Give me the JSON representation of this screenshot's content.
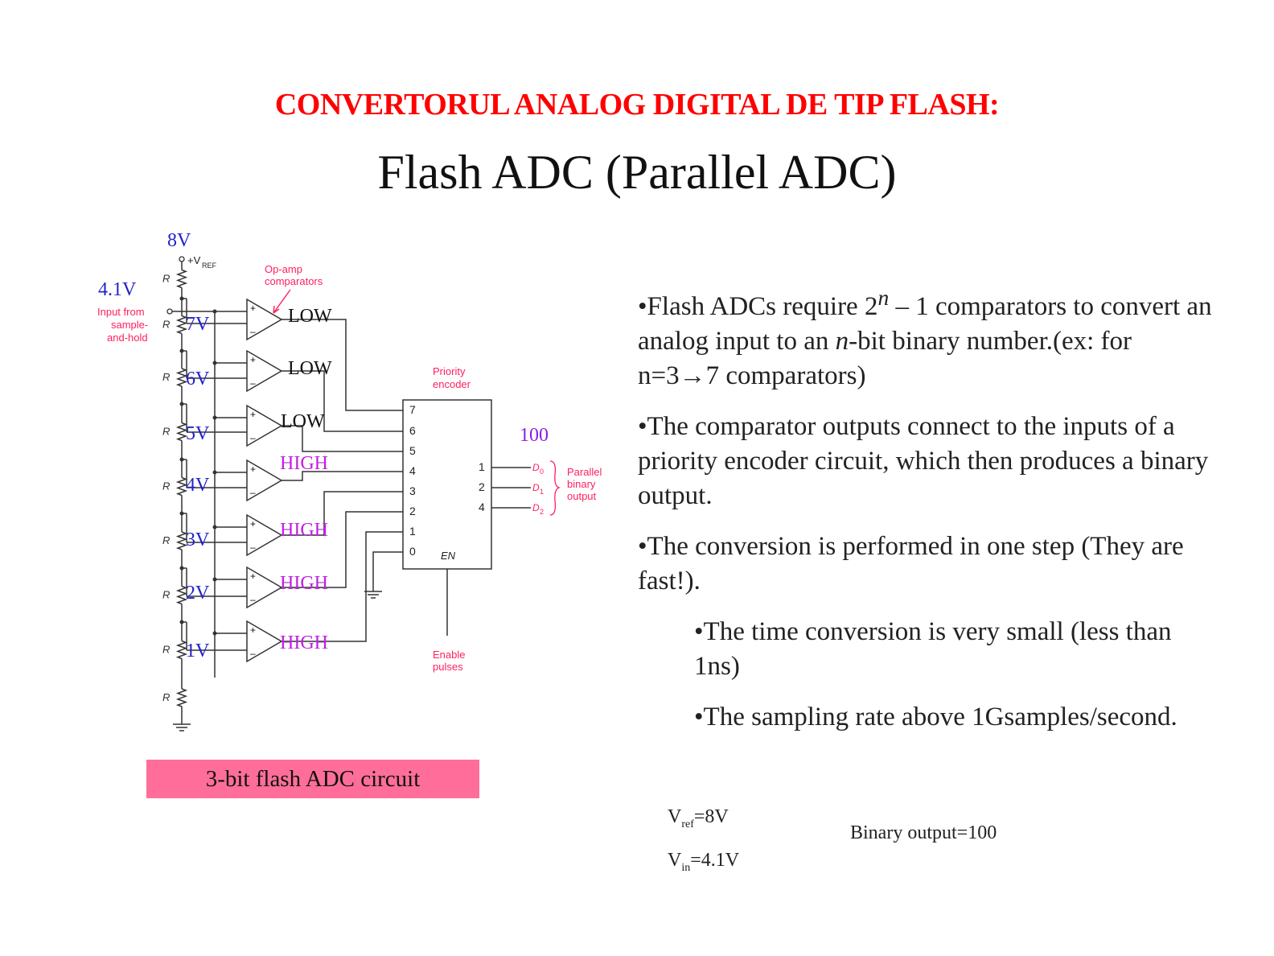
{
  "title": "CONVERTORUL ANALOG DIGITAL DE TIP FLASH:",
  "subtitle": "Flash ADC (Parallel ADC)",
  "circuit": {
    "vref_value": "8V",
    "vref_label": "+V",
    "vref_sub": "REF",
    "vin_value": "4.1V",
    "input_label_lines": [
      "Input from",
      "sample-",
      "and-hold"
    ],
    "opamp_label_lines": [
      "Op-amp",
      "comparators"
    ],
    "resistor_label": "R",
    "tap_voltages": [
      "7V",
      "6V",
      "5V",
      "4V",
      "3V",
      "2V",
      "1V"
    ],
    "comparator_outputs": [
      "LOW",
      "LOW",
      "LOW",
      "HIGH",
      "HIGH",
      "HIGH",
      "HIGH"
    ],
    "encoder_label_lines": [
      "Priority",
      "encoder"
    ],
    "encoder_inputs": [
      "7",
      "6",
      "5",
      "4",
      "3",
      "2",
      "1",
      "0"
    ],
    "encoder_outputs": [
      "1",
      "2",
      "4"
    ],
    "encoder_enable": "EN",
    "output_value": "100",
    "output_names": [
      "D",
      "D",
      "D"
    ],
    "output_subs": [
      "0",
      "1",
      "2"
    ],
    "output_label_lines": [
      "Parallel",
      "binary",
      "output"
    ],
    "enable_label_lines": [
      "Enable",
      "pulses"
    ],
    "plus_sign": "+",
    "minus_sign": "–",
    "colors": {
      "tap": "#2323c8",
      "high": "#c020e0",
      "annotation": "#ff2060",
      "output_value": "#8a20e0"
    }
  },
  "caption": "3-bit flash ADC circuit",
  "bullets": {
    "b1_pre": "•Flash ADCs require 2",
    "b1_sup": "n",
    "b1_mid": " – 1 comparators to convert an analog input to an ",
    "b1_it": "n",
    "b1_post": "-bit binary number.(ex: for n=3→7 comparators)",
    "b2": "•The comparator outputs connect to the inputs of a priority encoder circuit, which then produces a binary output.",
    "b3": "•The conversion is performed in one step (They are fast!).",
    "b4": "•The time conversion is very small (less than 1ns)",
    "b5": "•The sampling rate above 1Gsamples/second."
  },
  "calc": {
    "vref_main": "V",
    "vref_sub": "ref",
    "vref_val": "=8V",
    "vin_main": "V",
    "vin_sub": "in",
    "vin_val": "=4.1V",
    "binary_output": "Binary output=100"
  }
}
